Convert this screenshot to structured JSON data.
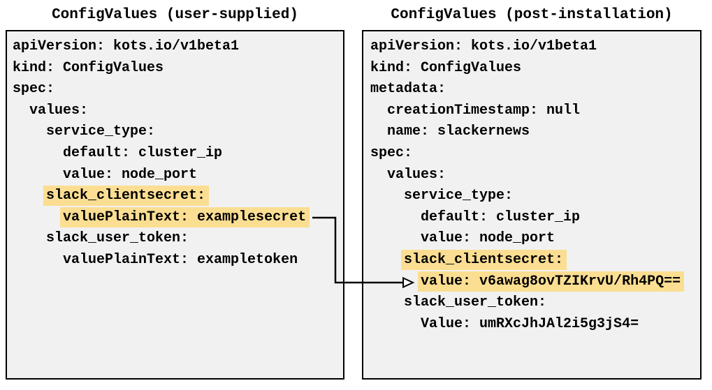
{
  "colors": {
    "highlight": "#fbde92",
    "panel_bg": "#f1f1f1",
    "border": "#000000",
    "text": "#000000"
  },
  "panels": [
    {
      "title": "ConfigValues (user-supplied)",
      "lines": [
        {
          "indent": 0,
          "text": "apiVersion: kots.io/v1beta1",
          "highlight": false
        },
        {
          "indent": 0,
          "text": "kind: ConfigValues",
          "highlight": false
        },
        {
          "indent": 0,
          "text": "spec:",
          "highlight": false
        },
        {
          "indent": 1,
          "text": "values:",
          "highlight": false
        },
        {
          "indent": 2,
          "text": "service_type:",
          "highlight": false
        },
        {
          "indent": 3,
          "text": "default: cluster_ip",
          "highlight": false
        },
        {
          "indent": 3,
          "text": "value: node_port",
          "highlight": false
        },
        {
          "indent": 2,
          "text": "slack_clientsecret:",
          "highlight": true
        },
        {
          "indent": 3,
          "text": "valuePlainText: examplesecret",
          "highlight": true
        },
        {
          "indent": 2,
          "text": "slack_user_token:",
          "highlight": false
        },
        {
          "indent": 3,
          "text": "valuePlainText: exampletoken",
          "highlight": false
        }
      ]
    },
    {
      "title": "ConfigValues (post-installation)",
      "lines": [
        {
          "indent": 0,
          "text": "apiVersion: kots.io/v1beta1",
          "highlight": false
        },
        {
          "indent": 0,
          "text": "kind: ConfigValues",
          "highlight": false
        },
        {
          "indent": 0,
          "text": "metadata:",
          "highlight": false
        },
        {
          "indent": 1,
          "text": "creationTimestamp: null",
          "highlight": false
        },
        {
          "indent": 1,
          "text": "name: slackernews",
          "highlight": false
        },
        {
          "indent": 0,
          "text": "spec:",
          "highlight": false
        },
        {
          "indent": 1,
          "text": "values:",
          "highlight": false
        },
        {
          "indent": 2,
          "text": "service_type:",
          "highlight": false
        },
        {
          "indent": 3,
          "text": "default: cluster_ip",
          "highlight": false
        },
        {
          "indent": 3,
          "text": "value: node_port",
          "highlight": false
        },
        {
          "indent": 2,
          "text": "slack_clientsecret:",
          "highlight": true
        },
        {
          "indent": 3,
          "text": "value: v6awag8ovTZIKrvU/Rh4PQ==",
          "highlight": true
        },
        {
          "indent": 2,
          "text": "slack_user_token:",
          "highlight": false
        },
        {
          "indent": 3,
          "text": "Value: umRXcJhJAl2i5g3jS4=",
          "highlight": false
        }
      ]
    }
  ],
  "arrow": {
    "from": "valuePlainText: examplesecret",
    "to": "value: v6awag8ovTZIKrvU/Rh4PQ=="
  }
}
